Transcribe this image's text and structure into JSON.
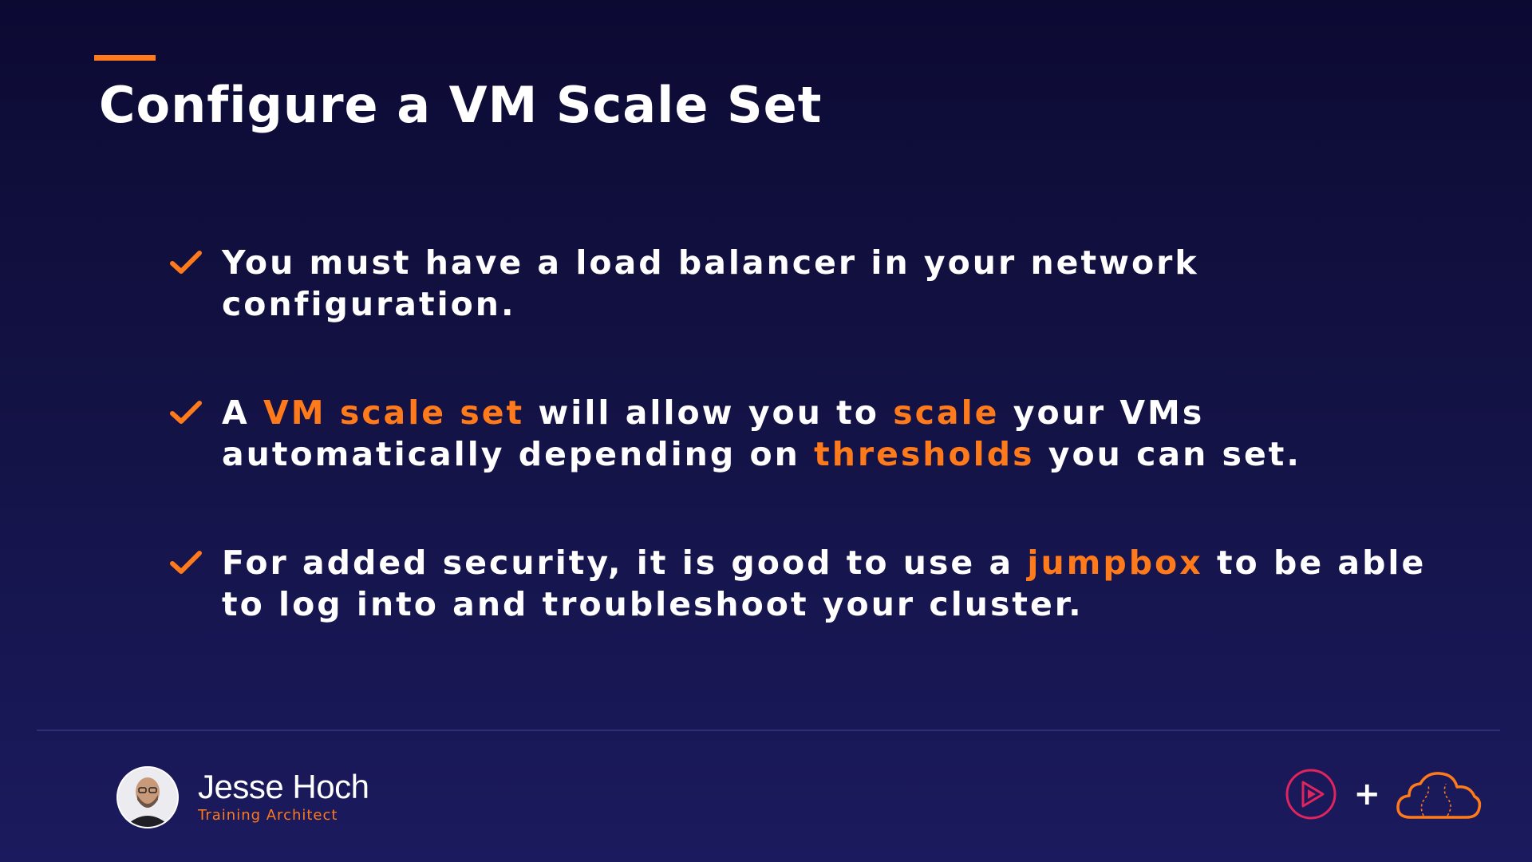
{
  "slide": {
    "title": "Configure a VM Scale Set",
    "bullets": [
      {
        "segments": [
          "You must have a load balancer in your network configuration."
        ]
      },
      {
        "segments": [
          "A ",
          "VM scale set",
          " will allow you to ",
          "scale",
          " your VMs automatically depending on ",
          "thresholds",
          " you can set."
        ]
      },
      {
        "segments": [
          "For added security, it is good to use a ",
          "jumpbox",
          " to be able to log into and troubleshoot your cluster."
        ]
      }
    ]
  },
  "presenter": {
    "name": "Jesse Hoch",
    "role": "Training Architect"
  },
  "logos": {
    "plus": "+",
    "left_icon": "play-logo-icon",
    "right_icon": "cloud-logo-icon"
  },
  "colors": {
    "accent": "#ff7a1a",
    "background": "#131244",
    "text": "#ffffff",
    "logo_pink": "#e0245e"
  }
}
